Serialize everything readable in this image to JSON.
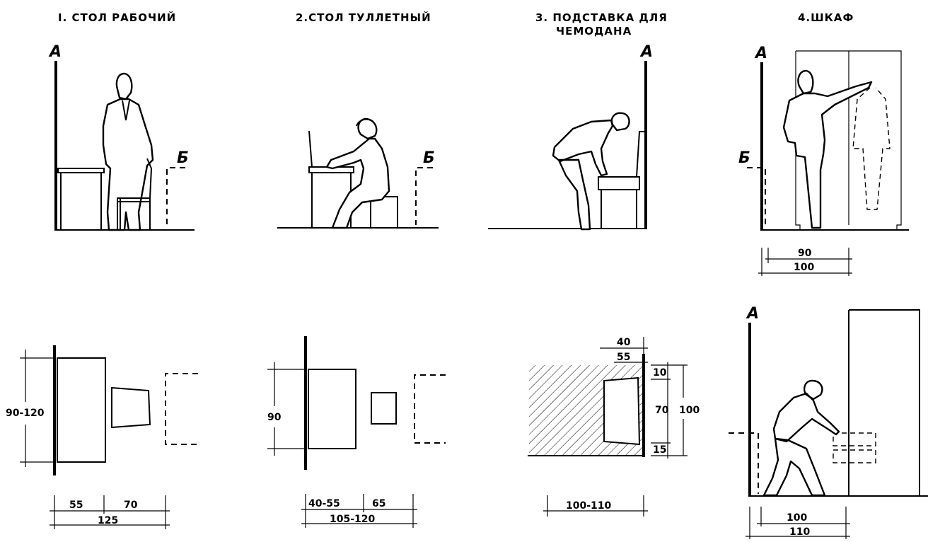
{
  "titles": {
    "t1": "I. СТОЛ РАБОЧИЙ",
    "t2": "2.СТОЛ ТУЛЛЕТНЫЙ",
    "t3a": "3. ПОДСТАВКА ДЛЯ",
    "t3b": "ЧЕМОДАНА",
    "t4": "4.ШКАФ"
  },
  "marks": {
    "wall": "А",
    "zone": "Б"
  },
  "dims": {
    "d1_height": "90-120",
    "d1_a": "55",
    "d1_b": "70",
    "d1_total": "125",
    "d2_height": "90",
    "d2_a": "40-55",
    "d2_b": "65",
    "d2_total": "105-120",
    "d3_top1": "40",
    "d3_top2": "55",
    "d3_r1": "10",
    "d3_r2": "70",
    "d3_r3": "15",
    "d3_total_h": "100",
    "d3_width": "100-110",
    "d4_a": "90",
    "d4_b": "100",
    "d4_c": "100",
    "d4_d": "110"
  }
}
